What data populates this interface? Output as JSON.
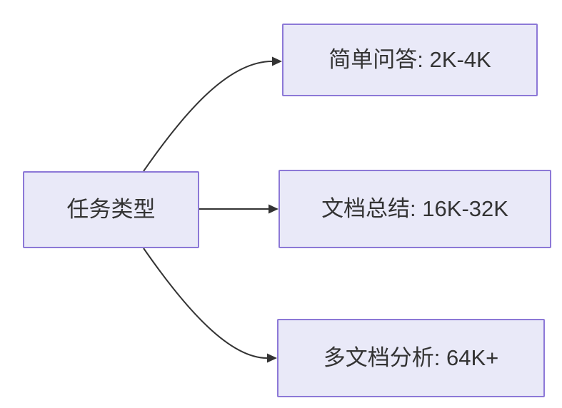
{
  "diagram": {
    "type": "flowchart-left-to-right",
    "root": {
      "id": "task-type",
      "label": "任务类型"
    },
    "children": [
      {
        "id": "simple-qa",
        "label": "简单问答: 2K-4K"
      },
      {
        "id": "doc-summary",
        "label": "文档总结: 16K-32K"
      },
      {
        "id": "multi-doc",
        "label": "多文档分析: 64K+"
      }
    ],
    "edges": [
      {
        "from": "task-type",
        "to": "simple-qa"
      },
      {
        "from": "task-type",
        "to": "doc-summary"
      },
      {
        "from": "task-type",
        "to": "multi-doc"
      }
    ],
    "colors": {
      "node_fill": "#E9E9F8",
      "node_border": "#8C78D7",
      "edge_stroke": "#333333",
      "text": "#333333",
      "background": "#FFFFFF"
    }
  }
}
